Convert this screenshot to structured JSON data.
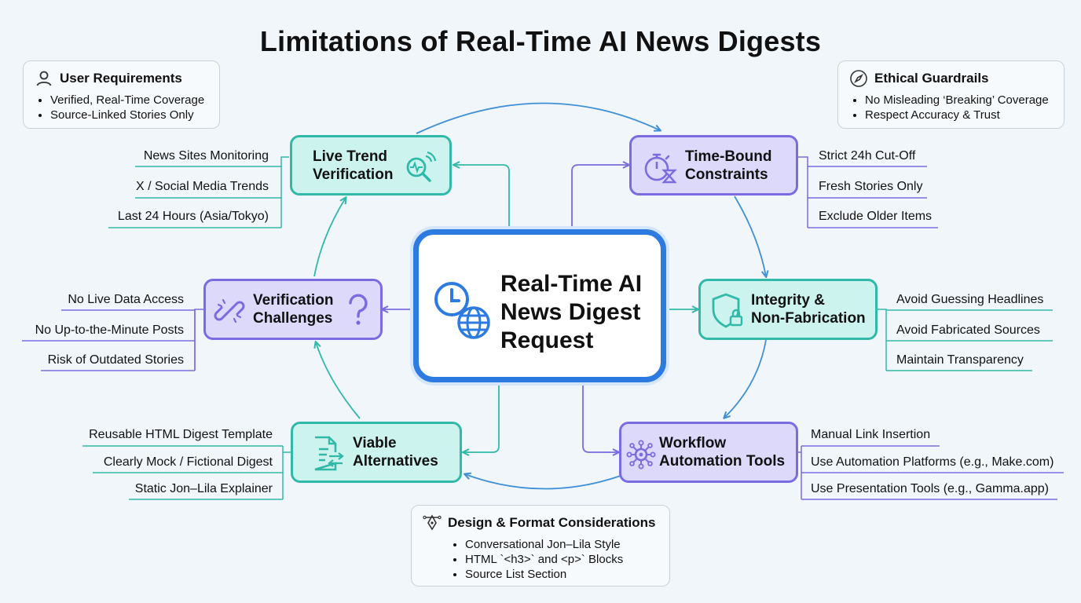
{
  "title": "Limitations of Real-Time AI News Digests",
  "colors": {
    "teal": "#30b8a8",
    "purple": "#7a6be0",
    "blue": "#2d7be0",
    "background": "#f1f6fb"
  },
  "center": {
    "line1": "Real-Time AI",
    "line2": "News Digest",
    "line3": "Request",
    "icons": [
      "clock-icon",
      "globe-icon"
    ]
  },
  "user_requirements": {
    "heading": "User Requirements",
    "icon": "person-icon",
    "items": [
      "Verified, Real-Time Coverage",
      "Source-Linked Stories Only"
    ]
  },
  "ethical_guardrails": {
    "heading": "Ethical Guardrails",
    "icon": "compass-icon",
    "items": [
      "No Misleading ‘Breaking’ Coverage",
      "Respect Accuracy & Trust"
    ]
  },
  "design_format": {
    "heading": "Design & Format Considerations",
    "icon": "pen-tool-icon",
    "items": [
      "Conversational Jon–Lila Style",
      "HTML `<h3>` and <p>` Blocks",
      "Source List Section"
    ]
  },
  "nodes": {
    "live_trend": {
      "line1": "Live Trend",
      "line2": "Verification",
      "icon": "magnifier-pulse-icon",
      "leaves": [
        "News Sites Monitoring",
        "X / Social Media Trends",
        "Last 24 Hours (Asia/Tokyo)"
      ]
    },
    "time_bound": {
      "line1": "Time-Bound",
      "line2": "Constraints",
      "icon": "stopwatch-hourglass-icon",
      "leaves": [
        "Strict 24h Cut-Off",
        "Fresh Stories Only",
        "Exclude Older Items"
      ]
    },
    "verification": {
      "line1": "Verification",
      "line2": "Challenges",
      "icon": "broken-link-icon",
      "leaves": [
        "No Live Data Access",
        "No Up-to-the-Minute Posts",
        "Risk of Outdated Stories"
      ]
    },
    "integrity": {
      "line1": "Integrity &",
      "line2": "Non-Fabrication",
      "icon": "shield-lock-icon",
      "leaves": [
        "Avoid Guessing Headlines",
        "Avoid Fabricated Sources",
        "Maintain Transparency"
      ]
    },
    "alternatives": {
      "line1": "Viable",
      "line2": "Alternatives",
      "icon": "document-arrows-icon",
      "leaves": [
        "Reusable HTML Digest Template",
        "Clearly Mock / Fictional Digest",
        "Static Jon–Lila Explainer"
      ]
    },
    "workflow": {
      "line1": "Workflow",
      "line2": "Automation Tools",
      "icon": "network-gear-icon",
      "leaves": [
        "Manual Link Insertion",
        "Use Automation Platforms (e.g., Make.com)",
        "Use Presentation Tools (e.g., Gamma.app)"
      ]
    }
  }
}
